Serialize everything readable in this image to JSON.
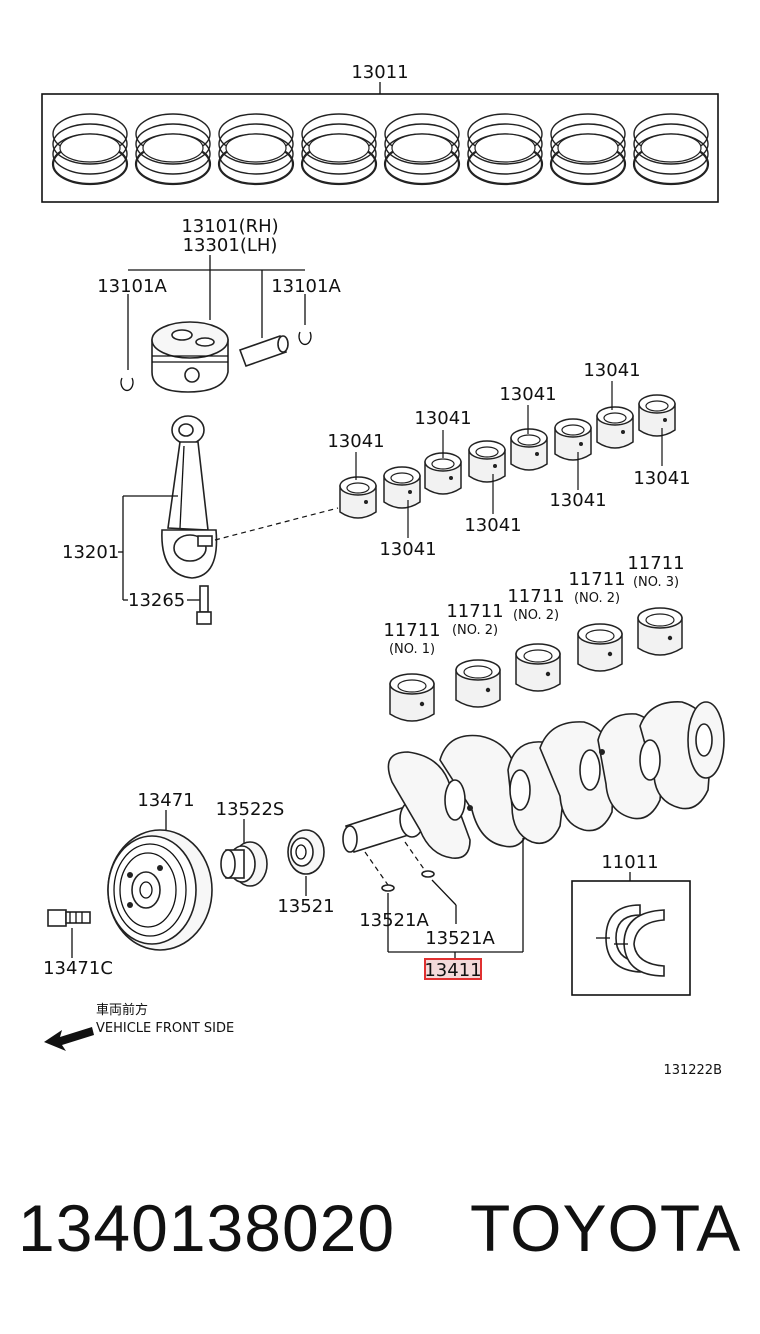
{
  "labels": {
    "ring_set": "13011",
    "piston_rh": "13101(RH)",
    "piston_lh": "13301(LH)",
    "snap_ring_left": "13101A",
    "snap_ring_right": "13101A",
    "rod_bearing_1": "13041",
    "rod_bearing_2": "13041",
    "rod_bearing_3": "13041",
    "rod_bearing_4": "13041",
    "rod_bearing_5": "13041",
    "rod_bearing_6": "13041",
    "rod_bearing_7": "13041",
    "rod_bearing_8": "13041",
    "connecting_rod": "13201",
    "rod_bolt": "13265",
    "main_bearing_no1": "11711",
    "main_bearing_no1_sub": "(NO. 1)",
    "main_bearing_no2a": "11711",
    "main_bearing_no2a_sub": "(NO. 2)",
    "main_bearing_no2b": "11711",
    "main_bearing_no2b_sub": "(NO. 2)",
    "main_bearing_no2c": "11711",
    "main_bearing_no2c_sub": "(NO. 2)",
    "main_bearing_no3": "11711",
    "main_bearing_no3_sub": "(NO. 3)",
    "pulley": "13471",
    "pulley_bolt": "13471C",
    "sprocket_s": "13522S",
    "sprocket": "13521",
    "key_a": "13521A",
    "key_b": "13521A",
    "crankshaft": "13411",
    "thrust_washer": "11011",
    "direction_jp": "車両前方",
    "direction_en": "VEHICLE FRONT SIDE",
    "diagram_code": "131222B"
  },
  "footer": {
    "part_number": "1340138020",
    "brand": "TOYOTA"
  },
  "colors": {
    "highlight_border": "#e03030",
    "line": "#111111"
  }
}
